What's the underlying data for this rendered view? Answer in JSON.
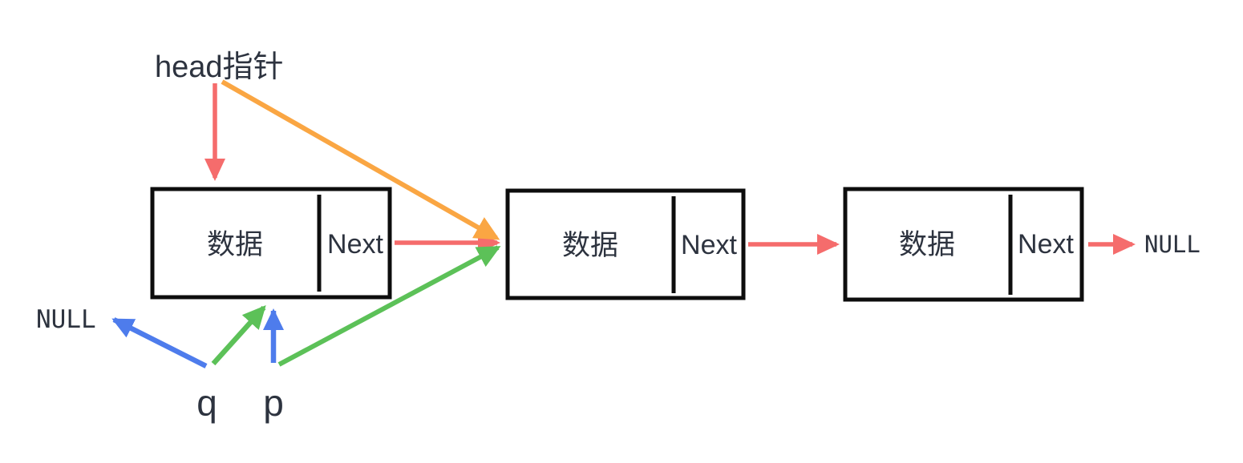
{
  "diagram": {
    "labels": {
      "head_pointer": "head指针",
      "null_left": "NULL",
      "null_right": "NULL",
      "q": "q",
      "p": "p"
    },
    "nodes": [
      {
        "data_label": "数据",
        "next_label": "Next"
      },
      {
        "data_label": "数据",
        "next_label": "Next"
      },
      {
        "data_label": "数据",
        "next_label": "Next"
      }
    ],
    "arrows": [
      {
        "from": "head指针",
        "to": "node-1",
        "color_key": "red"
      },
      {
        "from": "head指针",
        "to": "node-2",
        "color_key": "orange"
      },
      {
        "from": "node-1-next",
        "to": "node-2",
        "color_key": "red"
      },
      {
        "from": "node-2-next",
        "to": "node-3",
        "color_key": "red"
      },
      {
        "from": "node-3-next",
        "to": "NULL",
        "color_key": "red"
      },
      {
        "from": "q",
        "to": "NULL",
        "color_key": "blue"
      },
      {
        "from": "q",
        "to": "node-1",
        "color_key": "green"
      },
      {
        "from": "p",
        "to": "node-1",
        "color_key": "blue"
      },
      {
        "from": "p",
        "to": "node-2",
        "color_key": "green"
      }
    ],
    "colors": {
      "red": "#F56C6C",
      "orange": "#FAA643",
      "green": "#5CC158",
      "blue": "#4E7CEC",
      "text": "#2D333F",
      "border": "#0D0D0D",
      "background": "#FFFFFF"
    }
  }
}
